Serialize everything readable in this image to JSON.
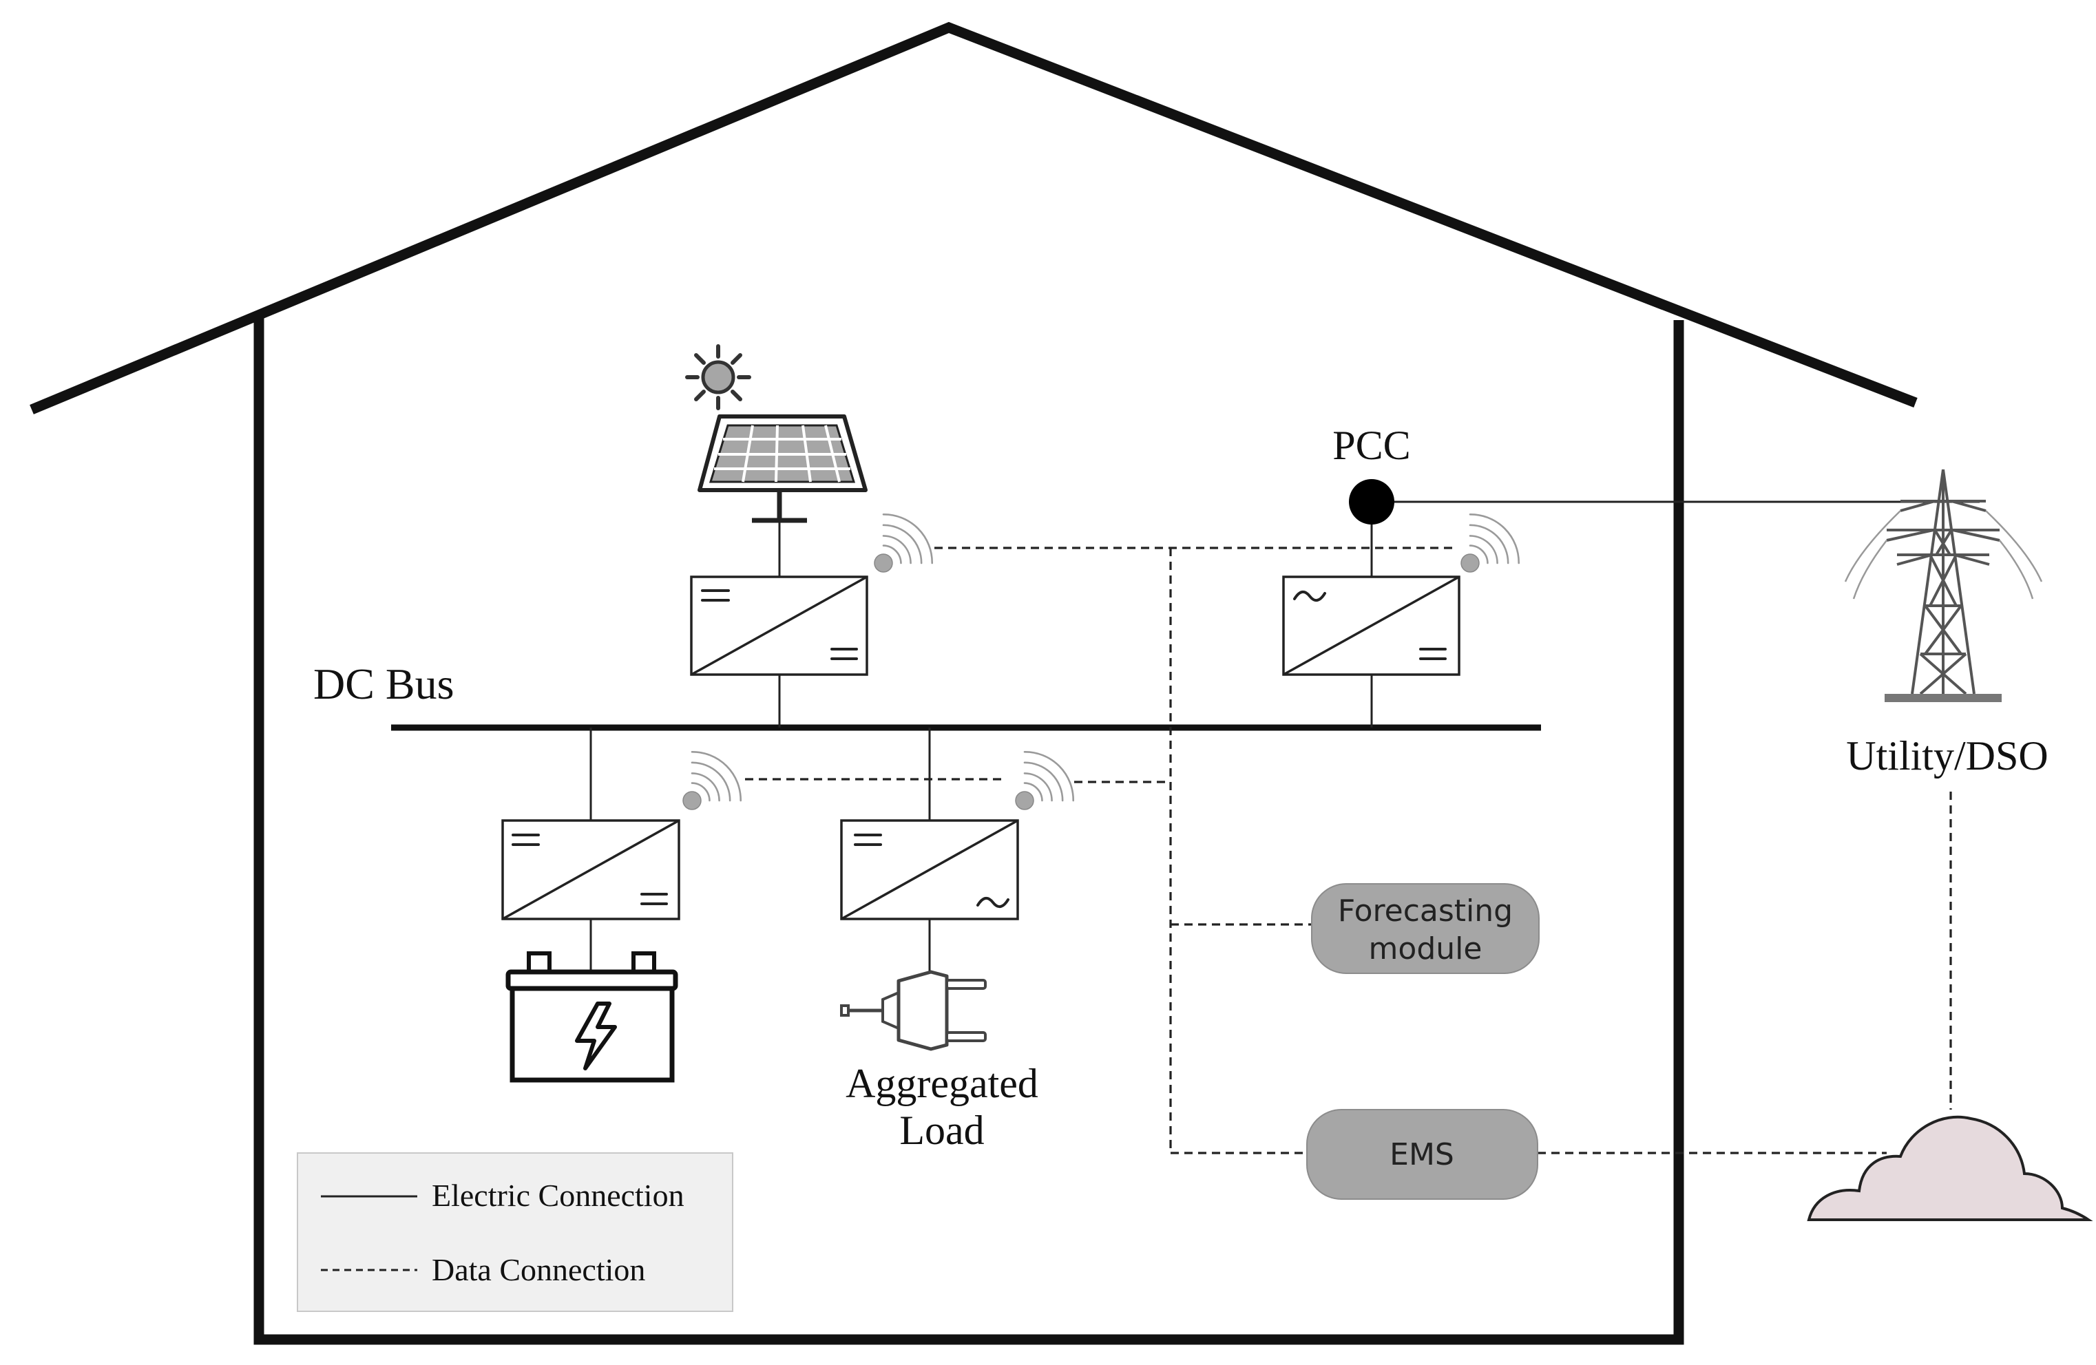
{
  "labels": {
    "dc_bus": "DC Bus",
    "pcc": "PCC",
    "utility": "Utility/DSO",
    "load": [
      "Aggregated",
      "Load"
    ],
    "forecasting": [
      "Forecasting",
      "module"
    ],
    "ems": "EMS"
  },
  "legend": {
    "electric": "Electric Connection",
    "data": "Data Connection"
  },
  "colors": {
    "line": "#222222",
    "module_fill": "#a6a6a6",
    "cloud_fill": "#e6dadd",
    "legend_bg": "#f0f0f0"
  },
  "icons": [
    "sun-icon",
    "solar-panel-icon",
    "battery-icon",
    "plug-icon",
    "transmission-tower-icon",
    "cloud-icon",
    "wireless-icon"
  ]
}
